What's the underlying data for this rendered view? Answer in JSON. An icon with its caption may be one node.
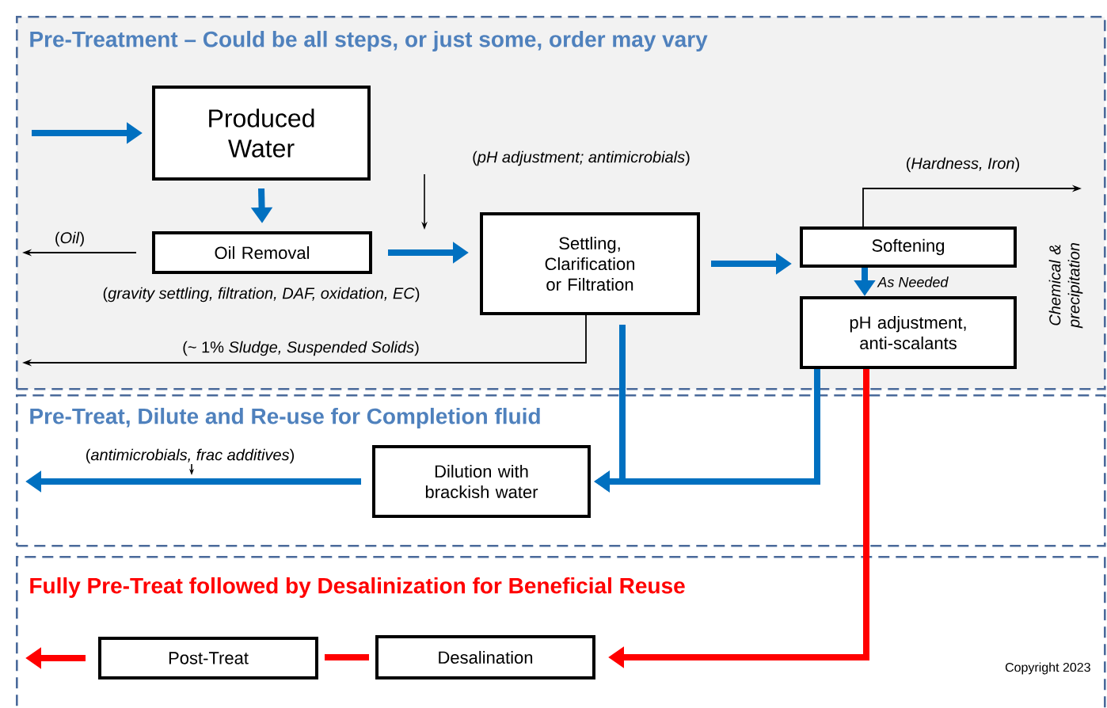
{
  "diagram": {
    "nodes": [
      {
        "text": [
          "Pre-Treatment – Could be all steps, or just some, order may vary"
        ]
      },
      {
        "text": [
          "Produced Water"
        ],
        "in": 0
      },
      {
        "text": [
          "Oil Removal"
        ],
        "in": 0,
        "beside": [
          "(*gravity settling, filtration, DAF, oxidation, EC*)"
        ]
      },
      {
        "text": [
          "Settling, Clarification or Filtration"
        ],
        "in": 0
      },
      {
        "text": [
          "Softening"
        ],
        "in": 0
      },
      {
        "text": [
          "pH adjustment, anti-scalants"
        ],
        "in": 0
      },
      {
        "text": [
          "Pre-Treat, Dilute and Re-use for Completion fluid"
        ]
      },
      {
        "text": [
          "Dilution with brackish water"
        ],
        "in": 6
      },
      {
        "text": [
          "Fully Pre-Treat followed by Desalinization for Beneficial Reuse"
        ]
      },
      {
        "text": [
          "Post-Treat"
        ],
        "in": 8
      },
      {
        "text": [
          "Desalination"
        ],
        "in": 8
      }
    ],
    "edges": [
      {
        "from": null,
        "to": 1,
        "arrow": "to"
      },
      {
        "from": 1,
        "to": 2,
        "arrow": "to"
      },
      {
        "from": 2,
        "to": 3,
        "arrow": "to"
      },
      {
        "from": 2,
        "to": null,
        "arrow": "to",
        "label": "(*Oil*)",
        "color": "#000000"
      },
      {
        "from": 3,
        "to": null,
        "arrow": "to",
        "label": "(~ 1% *Sludge, Suspended Solids*)",
        "color": "#000000"
      },
      {
        "from": 3,
        "to": 4,
        "arrow": "to"
      },
      {
        "from": 4,
        "to": null,
        "arrow": "to",
        "label": "(*Hardness, Iron*)",
        "color": "#000000"
      },
      {
        "from": 4,
        "to": 5,
        "arrow": "to",
        "label": "As Needed"
      },
      {
        "from": 3,
        "to": 7,
        "arrow": "to"
      },
      {
        "from": 5,
        "to": 7,
        "arrow": "to"
      },
      {
        "from": 7,
        "to": null,
        "arrow": "to"
      },
      {
        "from": 5,
        "to": 10,
        "arrow": "to",
        "color": "#ff0000"
      },
      {
        "from": 10,
        "to": 9,
        "arrow": "none",
        "color": "#ff0000"
      },
      {
        "from": 9,
        "to": null,
        "arrow": "to",
        "color": "#ff0000"
      }
    ],
    "labels": [
      "(*pH adjustment; antimicrobials*)",
      "Chemical & precipitation",
      "(*antimicrobials, frac additives*)",
      "Copyright 2023"
    ]
  }
}
